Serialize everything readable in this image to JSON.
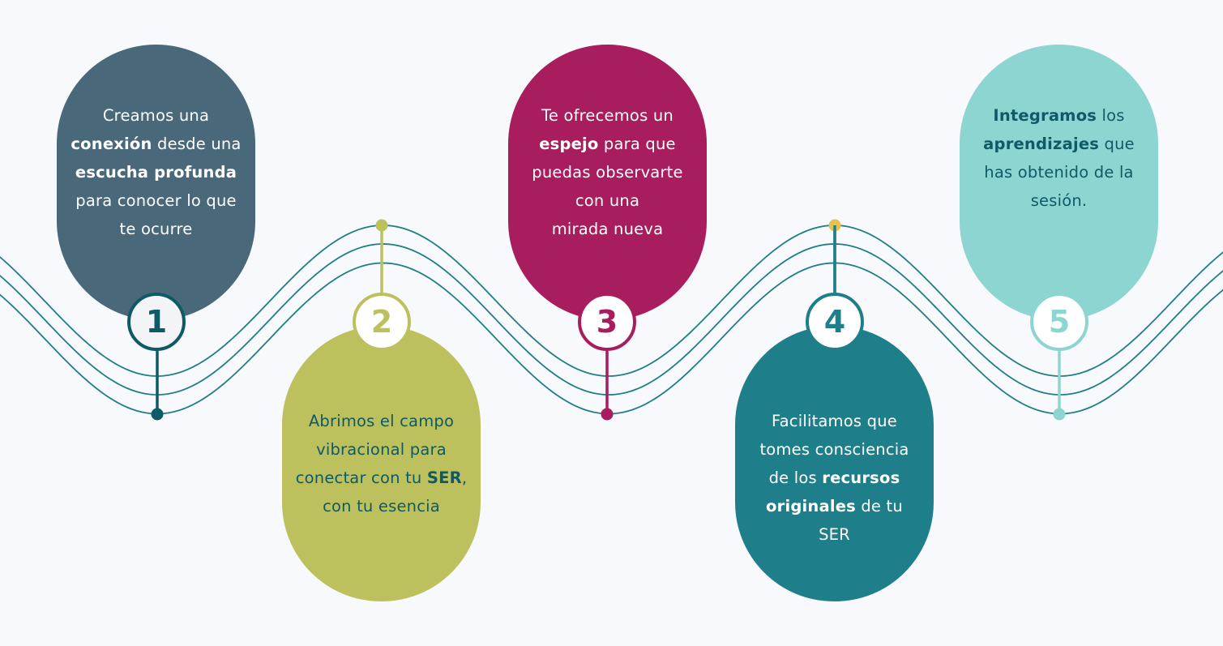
{
  "colors": {
    "background": "#f7f9fc",
    "wave": "#1f7f82",
    "step1": "#49697a",
    "step2": "#bcc15d",
    "step3": "#a71d5d",
    "step4": "#1e7f8b",
    "step5": "#8dd5d1",
    "dark_text": "#0f5a66",
    "light_text": "#ffffff",
    "step1_number": "#0f5a66",
    "pin4_dot": "#e8c14e"
  },
  "steps": [
    {
      "number": "1",
      "color_name": "slate-blue",
      "lines": [
        [
          {
            "t": "Creamos una",
            "b": false
          }
        ],
        [
          {
            "t": "conexión",
            "b": true
          },
          {
            "t": " desde una",
            "b": false
          }
        ],
        [
          {
            "t": "escucha profunda",
            "b": true
          }
        ],
        [
          {
            "t": "para conocer lo que",
            "b": false
          }
        ],
        [
          {
            "t": "te ocurre",
            "b": false
          }
        ]
      ]
    },
    {
      "number": "2",
      "color_name": "olive-green",
      "lines": [
        [
          {
            "t": "Abrimos el campo",
            "b": false
          }
        ],
        [
          {
            "t": "vibracional para",
            "b": false
          }
        ],
        [
          {
            "t": "conectar con tu ",
            "b": false
          },
          {
            "t": "SER",
            "b": true
          },
          {
            "t": ",",
            "b": false
          }
        ],
        [
          {
            "t": "con tu esencia",
            "b": false
          }
        ]
      ]
    },
    {
      "number": "3",
      "color_name": "magenta",
      "lines": [
        [
          {
            "t": "Te ofrecemos un",
            "b": false
          }
        ],
        [
          {
            "t": "espejo",
            "b": true
          },
          {
            "t": " para que",
            "b": false
          }
        ],
        [
          {
            "t": "puedas observarte",
            "b": false
          }
        ],
        [
          {
            "t": "con una",
            "b": false
          }
        ],
        [
          {
            "t": "mirada nueva",
            "b": false
          }
        ]
      ]
    },
    {
      "number": "4",
      "color_name": "teal",
      "lines": [
        [
          {
            "t": "Facilitamos que",
            "b": false
          }
        ],
        [
          {
            "t": "tomes consciencia",
            "b": false
          }
        ],
        [
          {
            "t": "de los ",
            "b": false
          },
          {
            "t": "recursos",
            "b": true
          }
        ],
        [
          {
            "t": "originales",
            "b": true
          },
          {
            "t": " de tu",
            "b": false
          }
        ],
        [
          {
            "t": "SER",
            "b": false
          }
        ]
      ]
    },
    {
      "number": "5",
      "color_name": "light-aqua",
      "lines": [
        [
          {
            "t": "Integramos",
            "b": true
          },
          {
            "t": " los",
            "b": false
          }
        ],
        [
          {
            "t": "aprendizajes",
            "b": true
          },
          {
            "t": " que",
            "b": false
          }
        ],
        [
          {
            "t": "has obtenido de la",
            "b": false
          }
        ],
        [
          {
            "t": "sesión.",
            "b": false
          }
        ]
      ]
    }
  ]
}
